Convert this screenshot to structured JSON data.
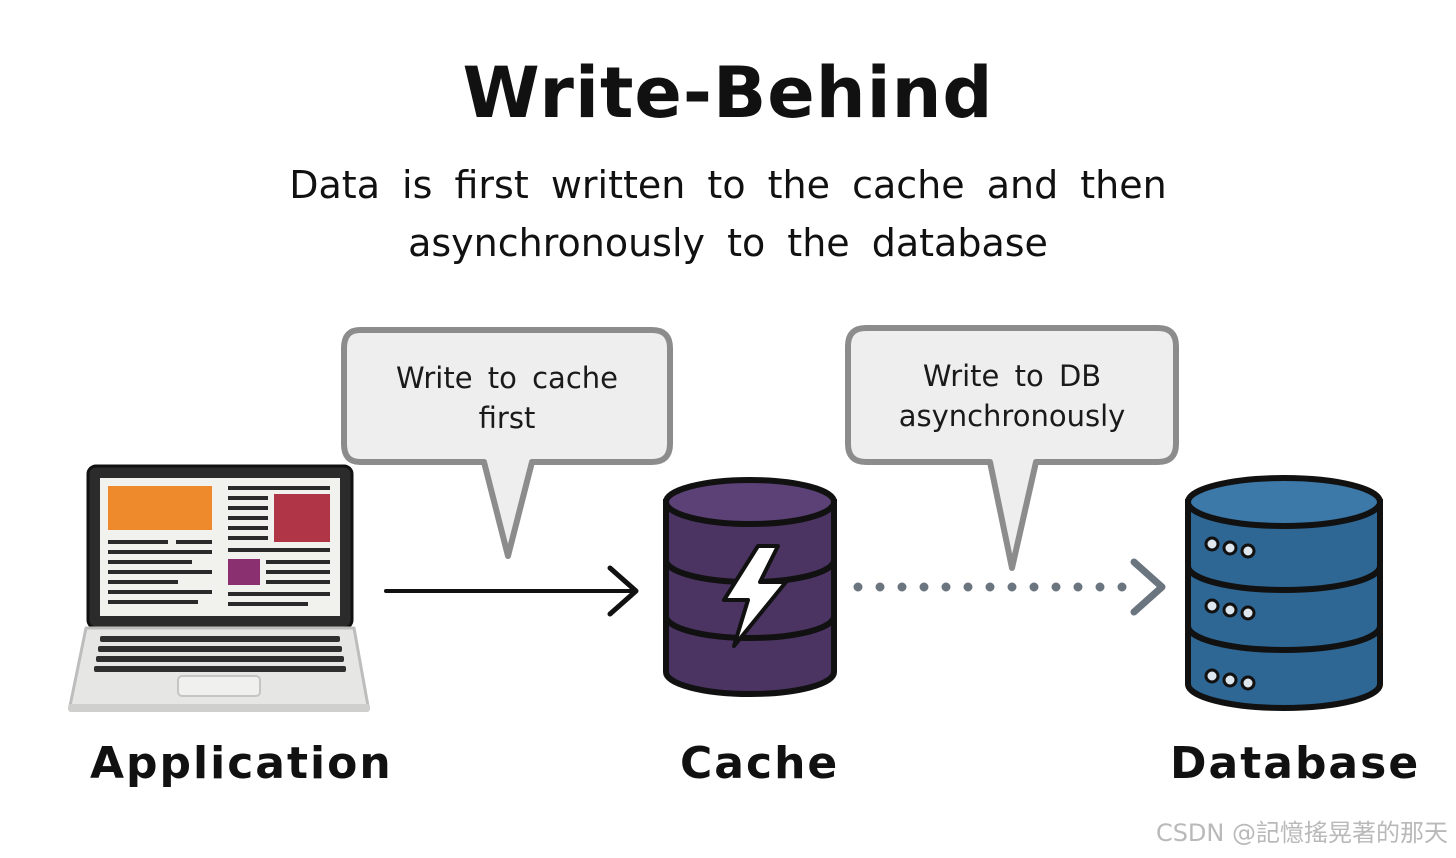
{
  "title": "Write-Behind",
  "subtitle": {
    "line1": "Data is first written to the cache and then",
    "line2": "asynchronously to the database"
  },
  "bubbles": {
    "left": {
      "line1": "Write to cache",
      "line2": "first"
    },
    "right": {
      "line1": "Write to DB",
      "line2": "asynchronously"
    }
  },
  "labels": {
    "application": "Application",
    "cache": "Cache",
    "database": "Database"
  },
  "watermark": "CSDN @記憶搖晃著的那天",
  "icons": {
    "application": "laptop-icon",
    "cache": "cache-cylinder-lightning-icon",
    "database": "database-server-icon"
  },
  "colors": {
    "cache": "#4b3462",
    "database": "#2e6694",
    "bubble": "#eeeeee",
    "arrow": "#111111",
    "dotted_arrow": "#6b7580"
  }
}
